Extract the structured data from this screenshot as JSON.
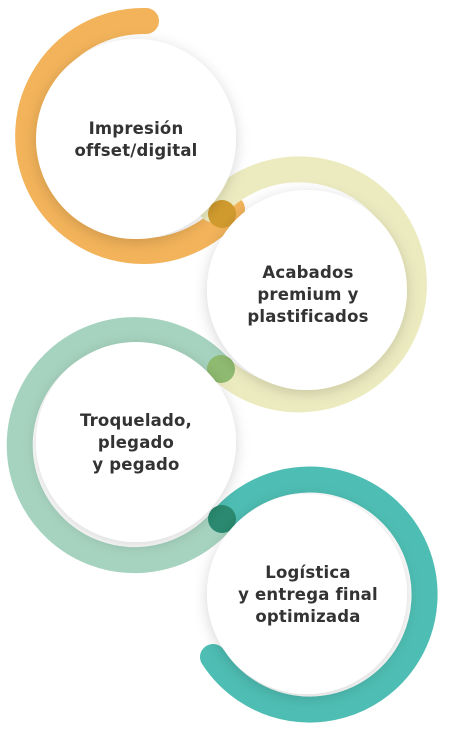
{
  "steps": [
    {
      "lines": [
        "Impresión",
        "offset/digital"
      ],
      "color": "#f2b35a",
      "overlap_color": "#d19b2e"
    },
    {
      "lines": [
        "Acabados",
        "premium y",
        "plastificados"
      ],
      "color": "#ecebc0",
      "overlap_color": "#8fba70"
    },
    {
      "lines": [
        "Troquelado,",
        "plegado",
        "y pegado"
      ],
      "color": "#a6d3bf",
      "overlap_color": "#2a8a70"
    },
    {
      "lines": [
        "Logística",
        "y entrega final",
        "optimizada"
      ],
      "color": "#4ebdb3",
      "overlap_color": ""
    }
  ]
}
